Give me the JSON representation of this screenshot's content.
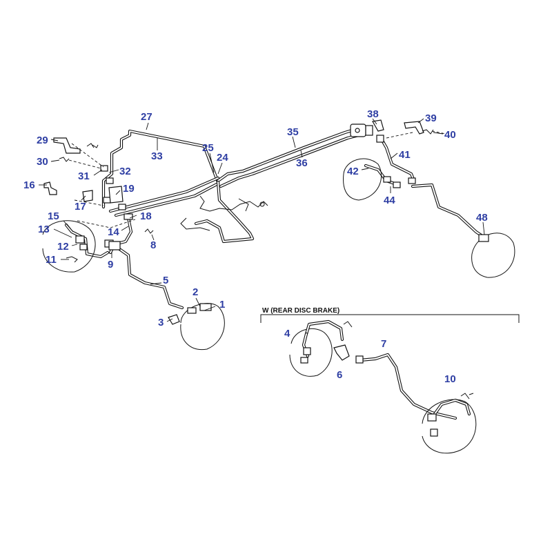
{
  "colors": {
    "callout": "#2e3ea3",
    "line": "#111111",
    "background": "#ffffff"
  },
  "inset": {
    "title": "W (REAR  DISC BRAKE)"
  },
  "callouts": [
    {
      "id": "c1",
      "text": "1"
    },
    {
      "id": "c2",
      "text": "2"
    },
    {
      "id": "c3",
      "text": "3"
    },
    {
      "id": "c4",
      "text": "4"
    },
    {
      "id": "c5",
      "text": "5"
    },
    {
      "id": "c6",
      "text": "6"
    },
    {
      "id": "c7",
      "text": "7"
    },
    {
      "id": "c8",
      "text": "8"
    },
    {
      "id": "c9",
      "text": "9"
    },
    {
      "id": "c10",
      "text": "10"
    },
    {
      "id": "c11",
      "text": "11"
    },
    {
      "id": "c12",
      "text": "12"
    },
    {
      "id": "c13",
      "text": "13"
    },
    {
      "id": "c14",
      "text": "14"
    },
    {
      "id": "c15",
      "text": "15"
    },
    {
      "id": "c16",
      "text": "16"
    },
    {
      "id": "c17",
      "text": "17"
    },
    {
      "id": "c18",
      "text": "18"
    },
    {
      "id": "c19",
      "text": "19"
    },
    {
      "id": "c24",
      "text": "24"
    },
    {
      "id": "c25",
      "text": "25"
    },
    {
      "id": "c27",
      "text": "27"
    },
    {
      "id": "c29",
      "text": "29"
    },
    {
      "id": "c30",
      "text": "30"
    },
    {
      "id": "c31",
      "text": "31"
    },
    {
      "id": "c32",
      "text": "32"
    },
    {
      "id": "c33",
      "text": "33"
    },
    {
      "id": "c35",
      "text": "35"
    },
    {
      "id": "c36",
      "text": "36"
    },
    {
      "id": "c38",
      "text": "38"
    },
    {
      "id": "c39",
      "text": "39"
    },
    {
      "id": "c40",
      "text": "40"
    },
    {
      "id": "c41",
      "text": "41"
    },
    {
      "id": "c42",
      "text": "42"
    },
    {
      "id": "c44",
      "text": "44"
    },
    {
      "id": "c48",
      "text": "48"
    }
  ]
}
